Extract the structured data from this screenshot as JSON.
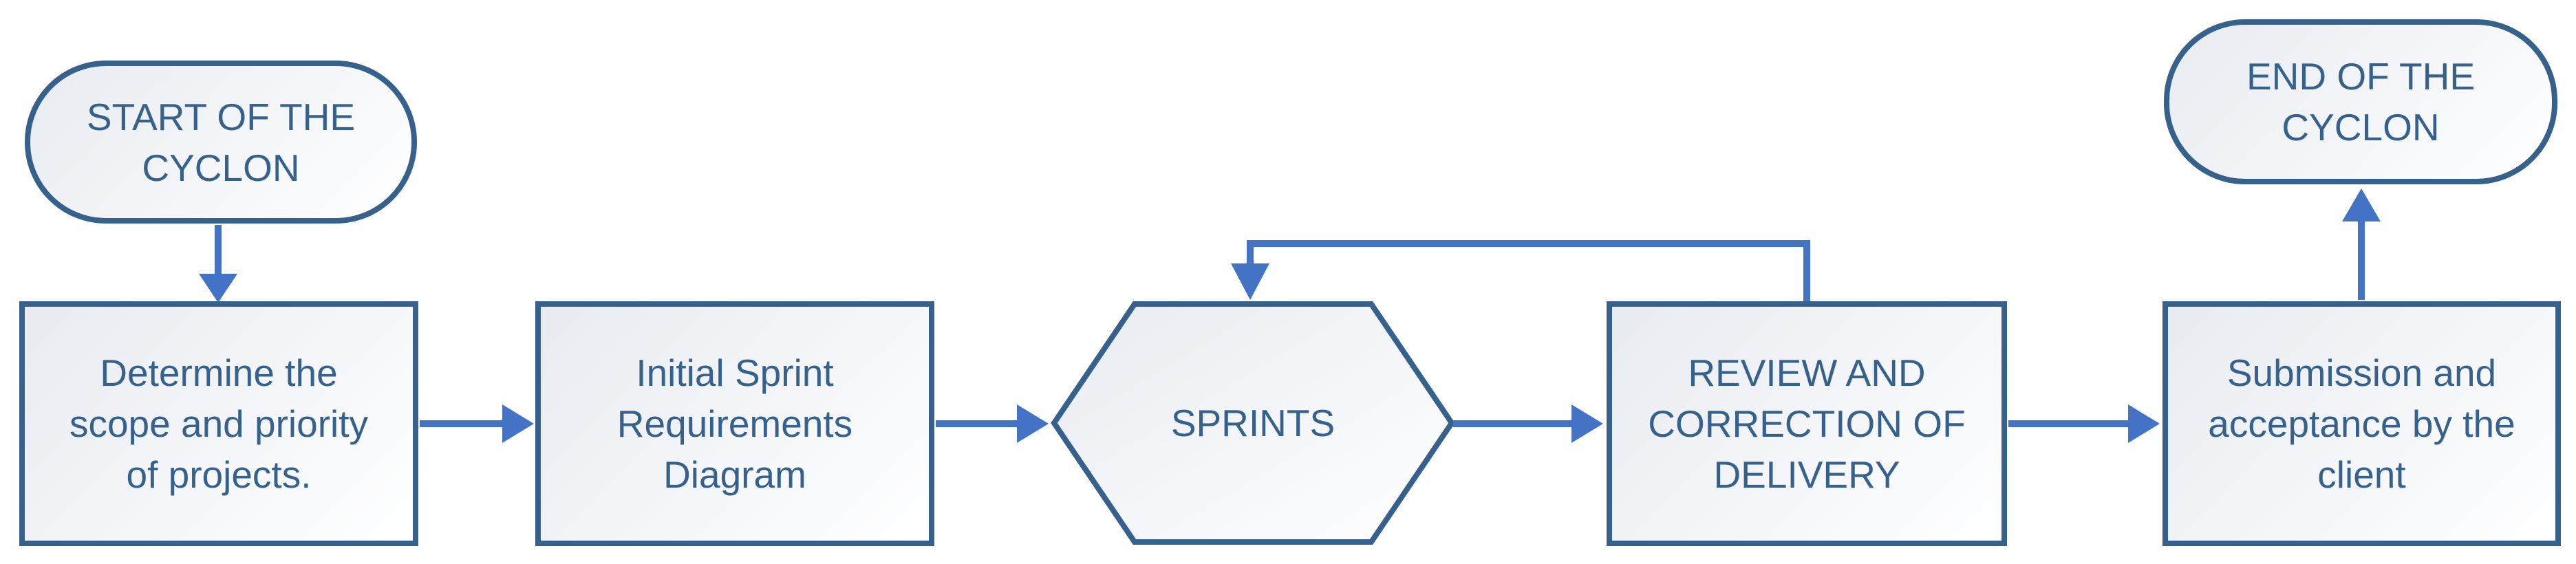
{
  "colors": {
    "shape_border": "#36618c",
    "text": "#35618c",
    "arrow": "#4472c4",
    "fill_from": "#e8ebf0",
    "fill_to": "#ffffff"
  },
  "nodes": {
    "start": {
      "shape": "terminator",
      "label": "START OF THE\nCYCLON"
    },
    "determine": {
      "shape": "rectangle",
      "label": "Determine the\nscope and priority\nof projects."
    },
    "initial": {
      "shape": "rectangle",
      "label": "Initial Sprint\nRequirements\nDiagram"
    },
    "sprints": {
      "shape": "hexagon",
      "label": "SPRINTS"
    },
    "review": {
      "shape": "rectangle",
      "label": "REVIEW AND\nCORRECTION OF\nDELIVERY"
    },
    "submission": {
      "shape": "rectangle",
      "label": "Submission and\nacceptance by the\nclient"
    },
    "end": {
      "shape": "terminator",
      "label": "END OF THE\nCYCLON"
    }
  },
  "edges": [
    {
      "from": "start",
      "to": "determine",
      "kind": "straight-down"
    },
    {
      "from": "determine",
      "to": "initial",
      "kind": "straight-right"
    },
    {
      "from": "initial",
      "to": "sprints",
      "kind": "straight-right"
    },
    {
      "from": "sprints",
      "to": "review",
      "kind": "straight-right"
    },
    {
      "from": "review",
      "to": "sprints",
      "kind": "loop-back-over-top"
    },
    {
      "from": "review",
      "to": "submission",
      "kind": "straight-right"
    },
    {
      "from": "submission",
      "to": "end",
      "kind": "straight-up"
    }
  ]
}
